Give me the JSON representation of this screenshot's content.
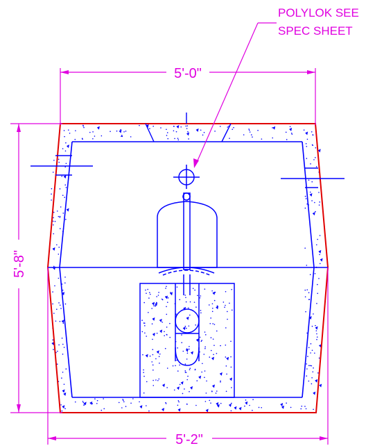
{
  "drawing": {
    "callout": {
      "line1": "POLYLOK SEE",
      "line2": "SPEC SHEET"
    },
    "dimensions": {
      "top_width": "5'-0\"",
      "bottom_width": "5'-2\"",
      "height": "5'-8\""
    },
    "colors": {
      "dimension": "#e000e0",
      "structure": "#0000ff",
      "outline": "#e00000",
      "fill_dots": "#0000ff",
      "background": "#ffffff"
    }
  }
}
